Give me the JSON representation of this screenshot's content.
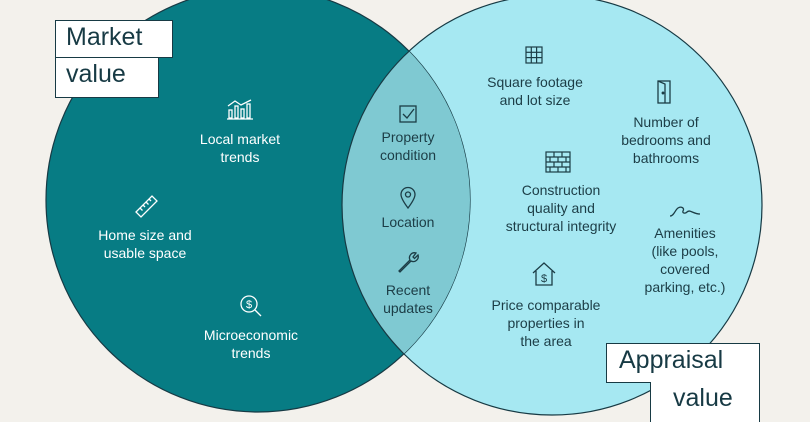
{
  "diagram": {
    "colors": {
      "background": "#f3f1ec",
      "market_circle": "#077c84",
      "appraisal_circle": "#a6e8f2",
      "overlap": "#7fc9d2",
      "text_dark": "#1c3d46",
      "text_light": "#ffffff"
    },
    "market": {
      "title_line1": "Market",
      "title_line2": "value",
      "items": [
        {
          "icon": "bar-chart-trend-icon",
          "text": "Local market\ntrends"
        },
        {
          "icon": "ruler-icon",
          "text": "Home size and\nusable space"
        },
        {
          "icon": "dollar-magnifier-icon",
          "text": "Microeconomic\ntrends"
        }
      ]
    },
    "shared": {
      "items": [
        {
          "icon": "checkbox-icon",
          "text": "Property\ncondition"
        },
        {
          "icon": "location-pin-icon",
          "text": "Location"
        },
        {
          "icon": "wrench-icon",
          "text": "Recent\nupdates"
        }
      ]
    },
    "appraisal": {
      "title_line1": "Appraisal",
      "title_line2": "value",
      "items": [
        {
          "icon": "grid-icon",
          "text": "Square footage\nand lot size"
        },
        {
          "icon": "door-icon",
          "text": "Number of\nbedrooms and\nbathrooms"
        },
        {
          "icon": "brick-wall-icon",
          "text": "Construction\nquality and\nstructural integrity"
        },
        {
          "icon": "wave-icon",
          "text": "Amenities\n(like pools,\ncovered\nparking, etc.)"
        },
        {
          "icon": "house-dollar-icon",
          "text": "Price comparable\nproperties in\nthe area"
        }
      ]
    }
  }
}
